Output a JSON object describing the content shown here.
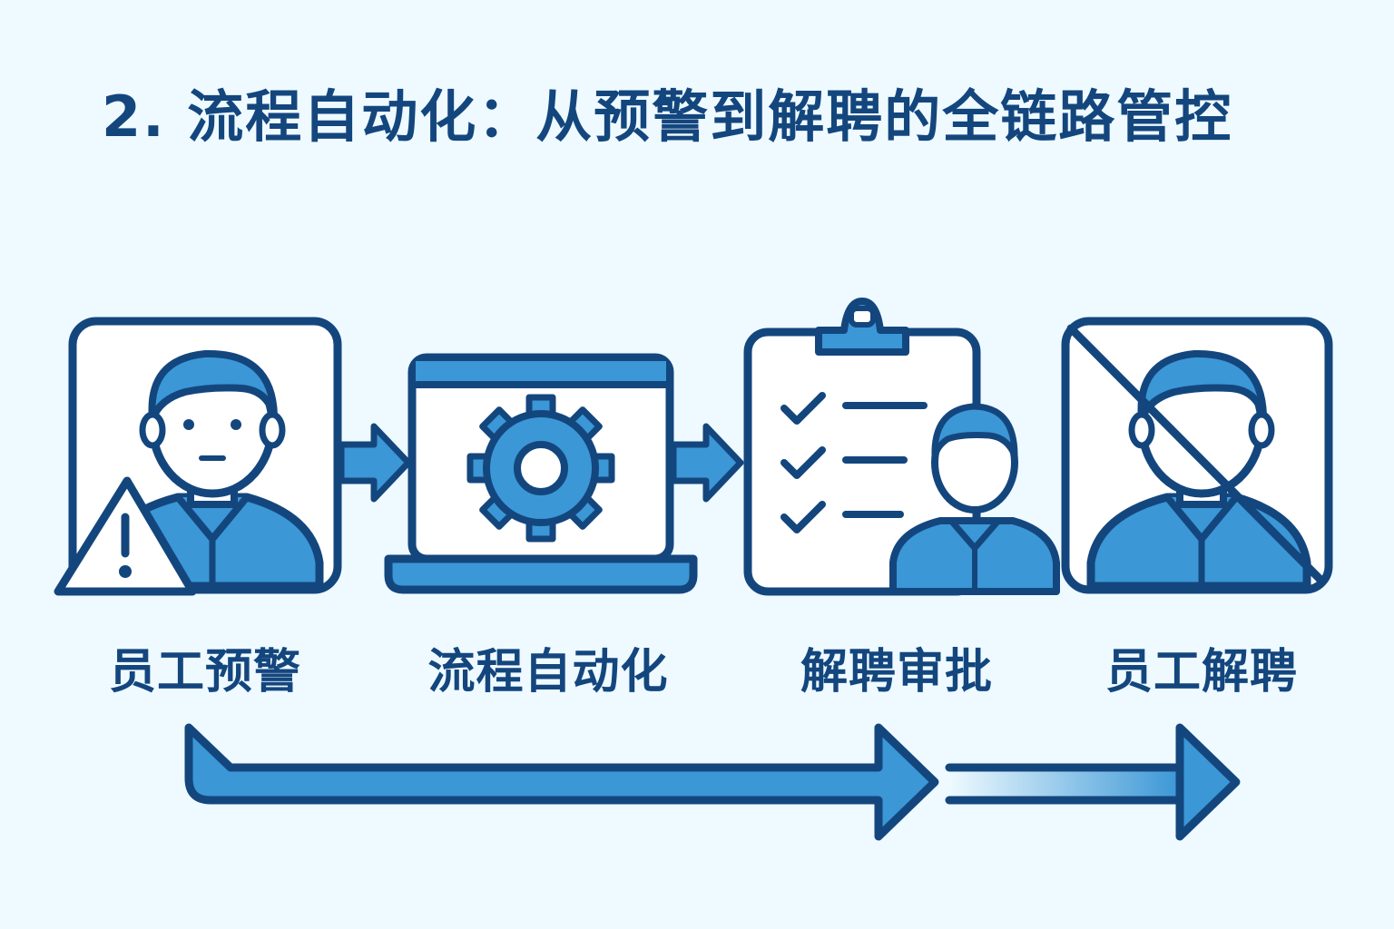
{
  "title": "2. 流程自动化：从预警到解聘的全链路管控",
  "stages": [
    {
      "label": "员工预警",
      "icon": "employee-warning-icon"
    },
    {
      "label": "流程自动化",
      "icon": "laptop-gear-icon"
    },
    {
      "label": "解聘审批",
      "icon": "checklist-approval-icon"
    },
    {
      "label": "员工解聘",
      "icon": "employee-dismissed-icon"
    }
  ],
  "colors": {
    "background": "#eefaff",
    "navy": "#14467e",
    "blue": "#3b97d6",
    "white": "#ffffff"
  }
}
